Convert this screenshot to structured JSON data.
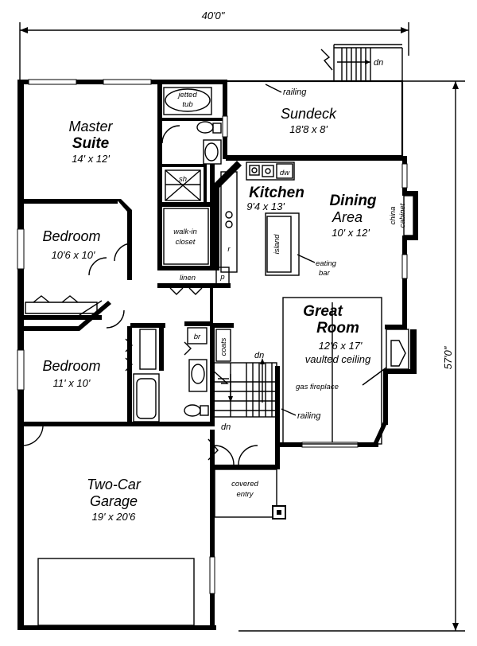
{
  "dimensions": {
    "width": "40'0\"",
    "depth": "57'0\""
  },
  "rooms": {
    "master": {
      "name1": "Master",
      "name2": "Suite",
      "size": "14' x 12'"
    },
    "bed1": {
      "name": "Bedroom",
      "size": "10'6 x 10'"
    },
    "bed2": {
      "name": "Bedroom",
      "size": "11' x 10'"
    },
    "sundeck": {
      "name": "Sundeck",
      "size": "18'8 x 8'"
    },
    "kitchen": {
      "name": "Kitchen",
      "size": "9'4 x 13'"
    },
    "dining": {
      "name1": "Dining",
      "name2": "Area",
      "size": "10' x 12'"
    },
    "great": {
      "name1": "Great",
      "name2": "Room",
      "size": "12'6 x 17'",
      "note": "vaulted ceiling"
    },
    "garage": {
      "name1": "Two-Car",
      "name2": "Garage",
      "size": "19' x 20'6"
    }
  },
  "labels": {
    "tub1": "jetted",
    "tub2": "tub",
    "shower": "sh",
    "walkin1": "walk-in",
    "walkin2": "closet",
    "linen": "linen",
    "pantry": "p",
    "range": "r",
    "dishwasher": "dw",
    "island": "island",
    "eating1": "eating",
    "eating2": "bar",
    "china1": "china",
    "china2": "cabinet",
    "fireplace": "gas fireplace",
    "railing_top": "railing",
    "railing_stair": "railing",
    "dn_top": "dn",
    "dn_stair": "dn",
    "dn_entry": "dn",
    "br": "br",
    "coats": "coats",
    "entry1": "covered",
    "entry2": "entry"
  }
}
